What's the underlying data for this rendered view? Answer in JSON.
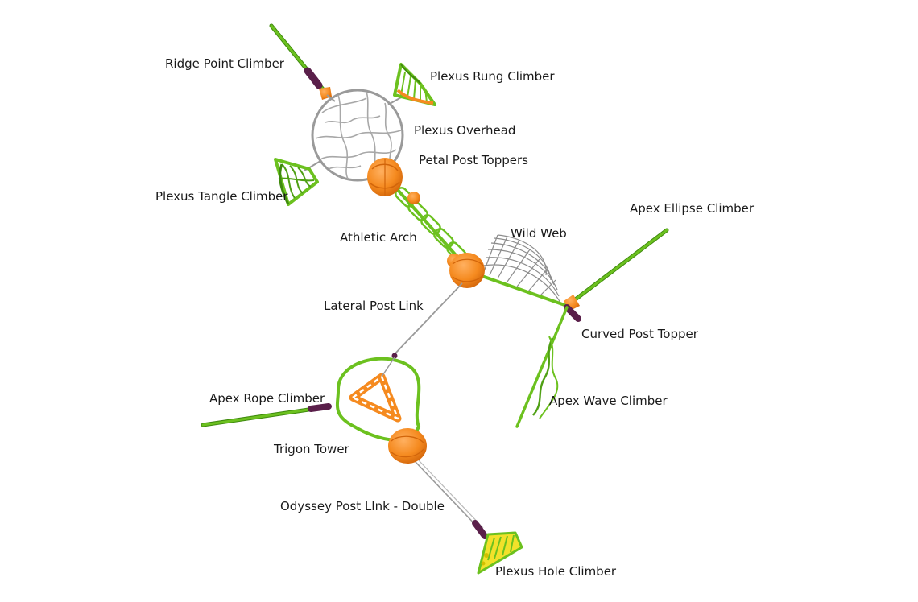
{
  "diagram": {
    "colors": {
      "green": "#6cc11f",
      "green_dark": "#3f8a0e",
      "orange": "#f58a1f",
      "orange_dark": "#d2650a",
      "purple": "#5a1f4a",
      "cable": "#9a9a9a",
      "web": "#8c8c8c",
      "yellow": "#f2e12a"
    },
    "labels": {
      "ridge_point_climber": "Ridge Point Climber",
      "plexus_rung_climber": "Plexus Rung Climber",
      "plexus_overhead": "Plexus Overhead",
      "petal_post_toppers": "Petal Post Toppers",
      "plexus_tangle_climber": "Plexus Tangle Climber",
      "athletic_arch": "Athletic Arch",
      "wild_web": "Wild Web",
      "apex_ellipse_climber": "Apex Ellipse Climber",
      "lateral_post_link": "Lateral Post Link",
      "curved_post_topper": "Curved Post Topper",
      "apex_wave_climber": "Apex Wave Climber",
      "apex_rope_climber": "Apex Rope Climber",
      "trigon_tower": "Trigon Tower",
      "odyssey_post_link_double": "Odyssey Post LInk - Double",
      "plexus_hole_climber": "Plexus Hole Climber"
    }
  }
}
